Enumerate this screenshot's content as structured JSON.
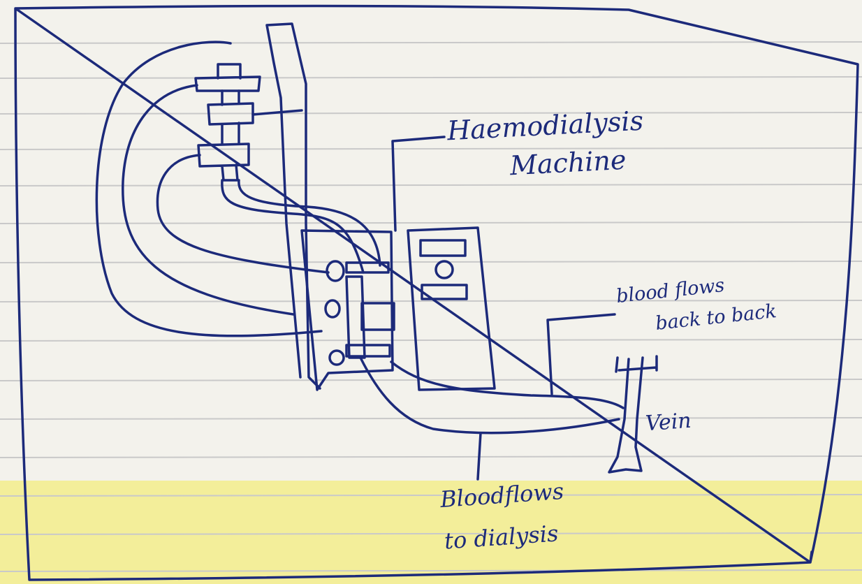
{
  "colors": {
    "ink": "#1c2a7a",
    "paper": "#f3f2ec",
    "rule": "#c9c9c9",
    "highlight": "#f3ee9a"
  },
  "labels": {
    "machine_line1": "Haemodialysis",
    "machine_line2": "Machine",
    "back_line1": "blood flows",
    "back_line2": "back to back",
    "vein": "Vein",
    "to_line1": "Bloodflows",
    "to_line2": "to dialysis"
  }
}
